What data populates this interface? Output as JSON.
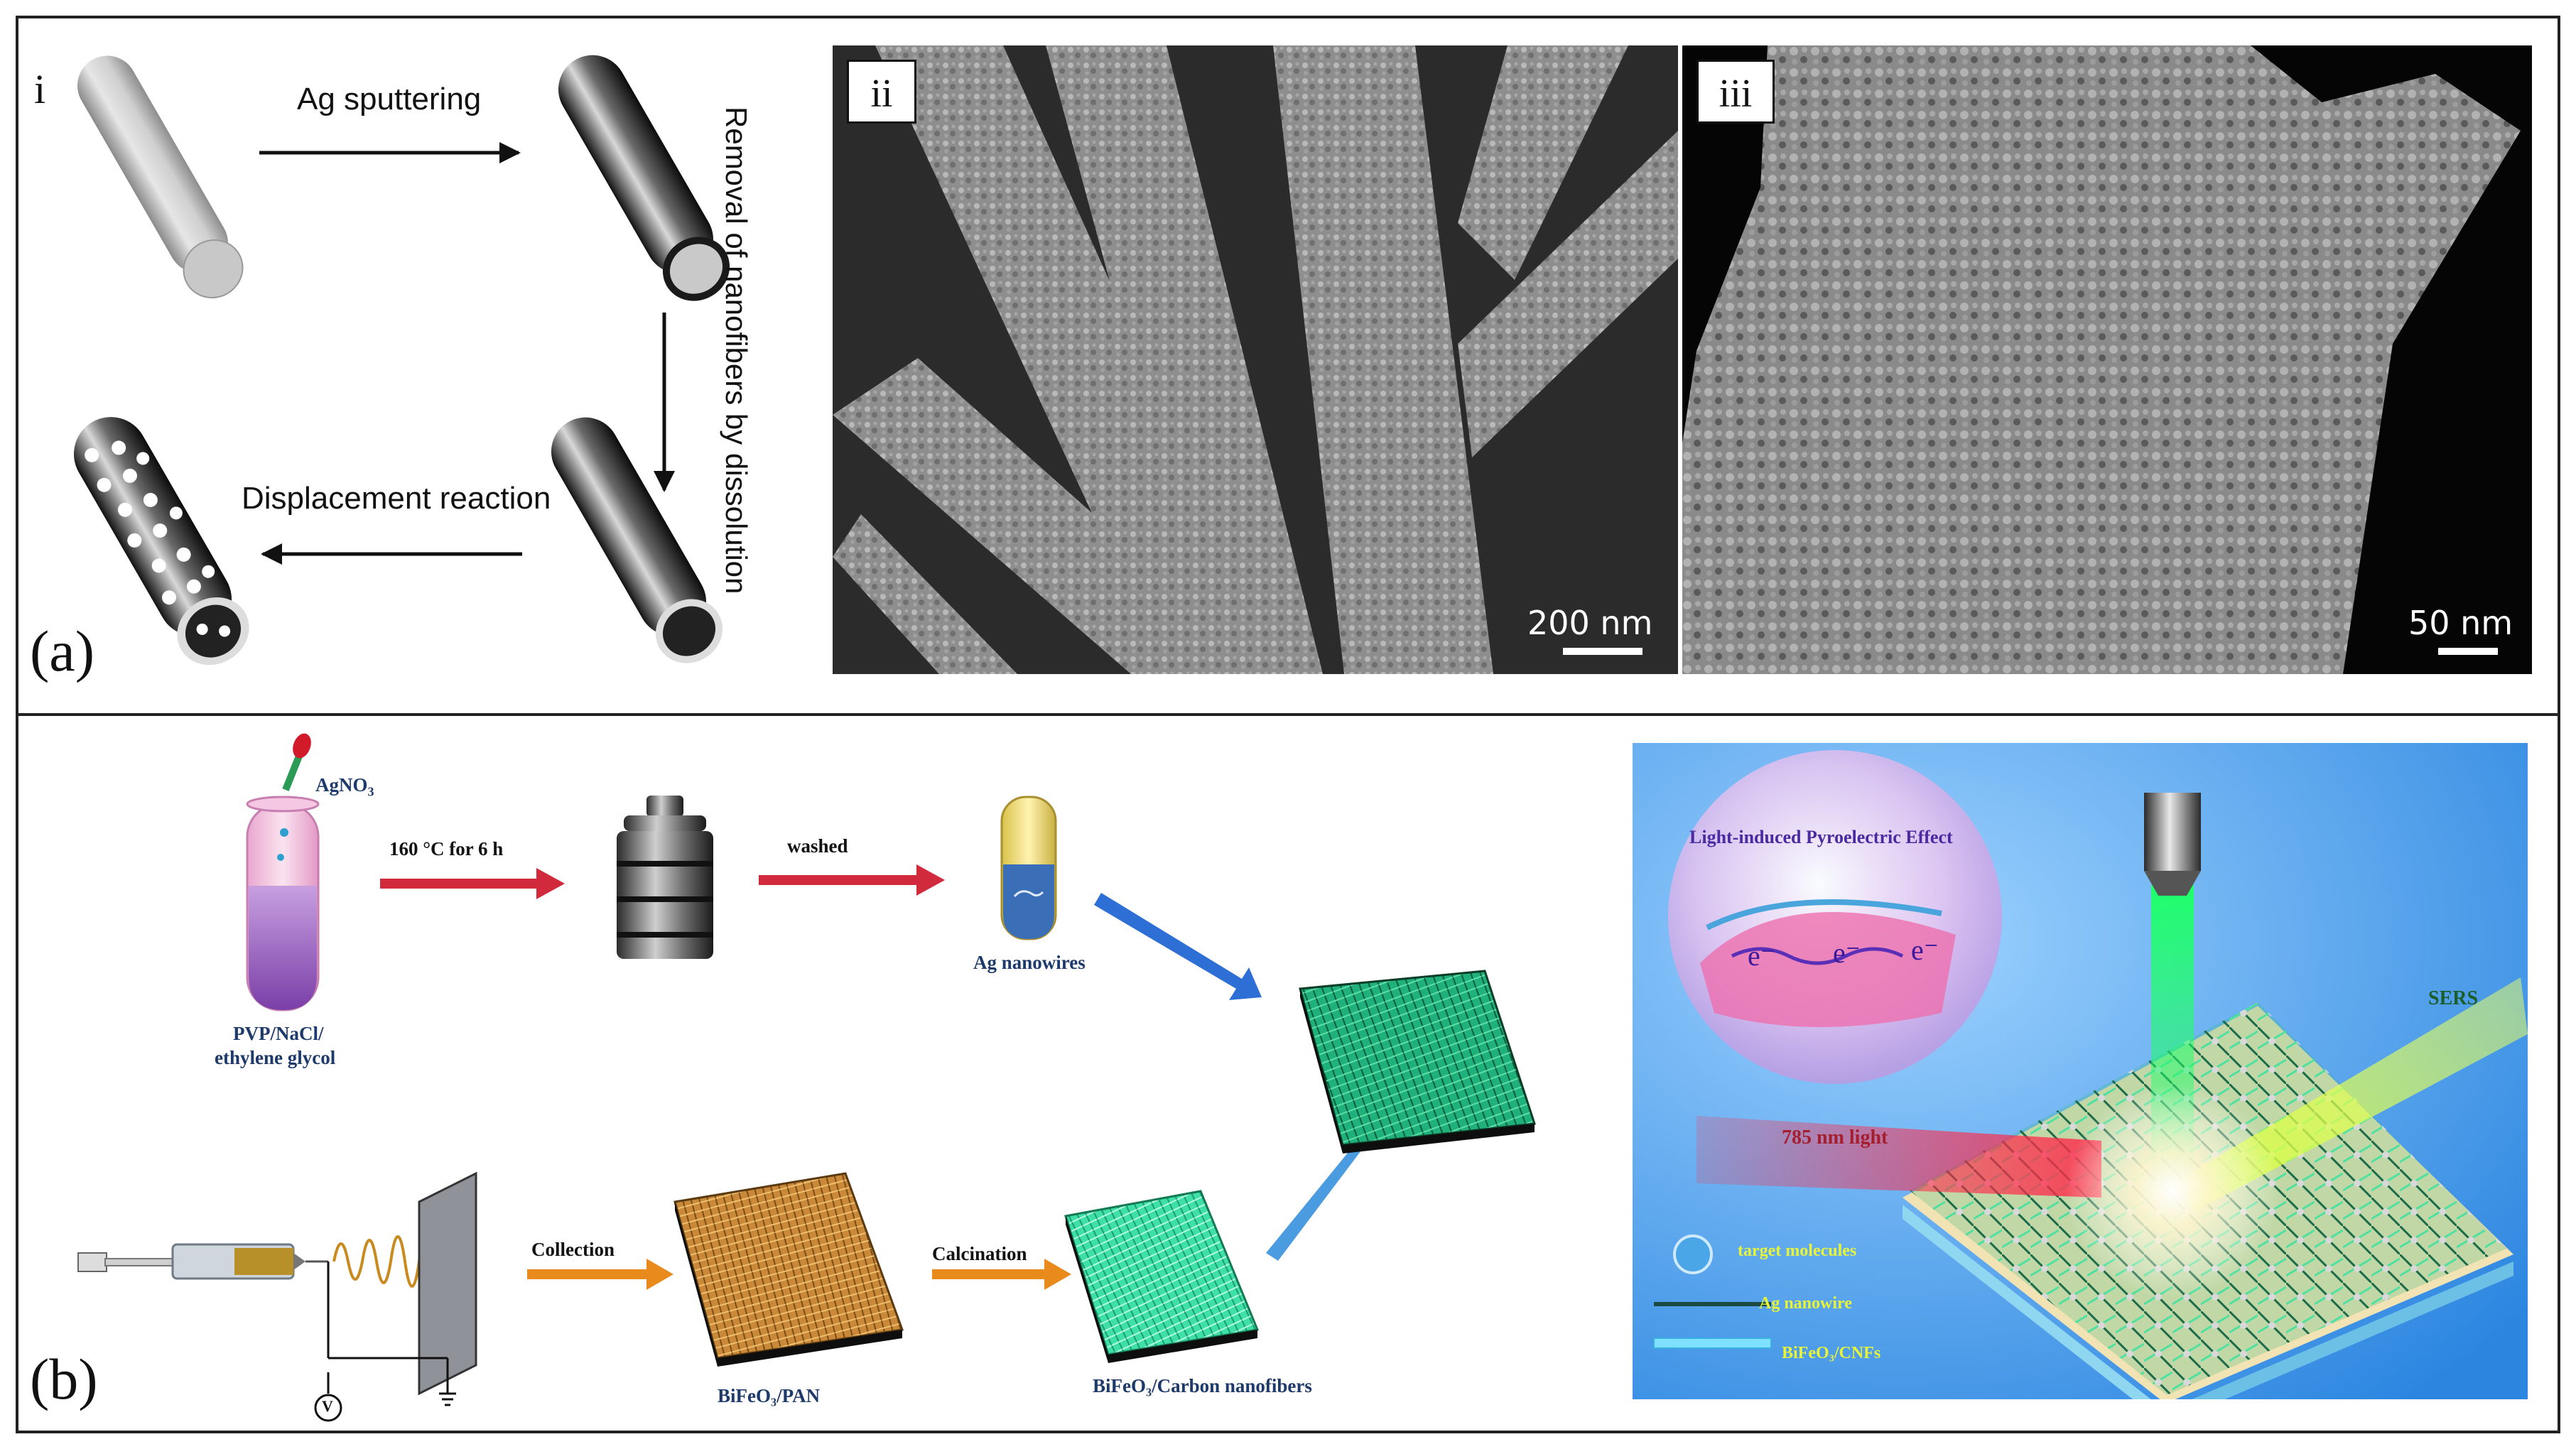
{
  "panel_a": {
    "label": "(a)",
    "step_i": "i",
    "ag_sputtering": "Ag sputtering",
    "removal": "Removal of nanofibers by dissolution",
    "displacement": "Displacement reaction",
    "sem_ii": {
      "label": "ii",
      "scale": "200 nm"
    },
    "sem_iii": {
      "label": "iii",
      "scale": "50 nm"
    }
  },
  "panel_b": {
    "label": "(b)",
    "agno3": "AgNO",
    "agno3_sub": "3",
    "solution": [
      "PVP/NaCl/",
      "ethylene glycol"
    ],
    "heat": "160 °C for 6 h",
    "washed": "washed",
    "ag_nanowires": "Ag nanowires",
    "collection": "Collection",
    "bifeo3_pan": "BiFeO₃/PAN",
    "calcination": "Calcination",
    "bifeo3_cnf": "BiFeO₃/Carbon nanofibers",
    "voltage": "V"
  },
  "render": {
    "pyro": "Light-induced Pyroelectric Effect",
    "sers": "SERS",
    "light": "785 nm light",
    "electron": "e⁻",
    "legend": {
      "target": "target molecules",
      "nanowire": "Ag nanowire",
      "cnfs": "BiFeO₃/CNFs"
    }
  },
  "colors": {
    "red_arrow": "#d12a3c",
    "blue_arrow": "#2e6fd6",
    "orange_arrow": "#e98a1c",
    "text_dark_blue": "#1d3a6b",
    "render_bg": "#3f9be8"
  }
}
